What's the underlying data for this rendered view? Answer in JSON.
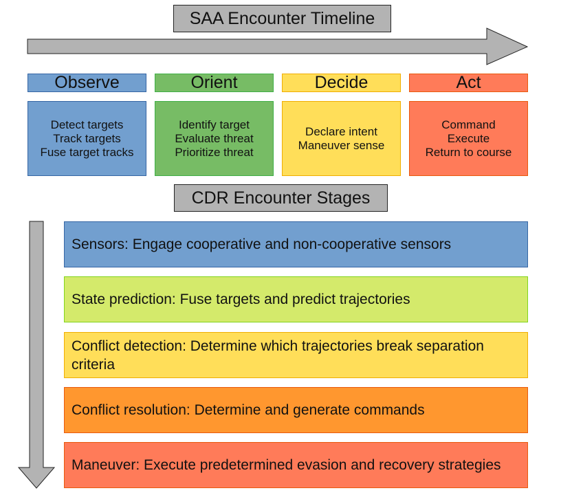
{
  "saa_title": "SAA Encounter Timeline",
  "cdr_title": "CDR Encounter Stages",
  "icons": {
    "timeline_arrow": "arrow-right",
    "stages_arrow": "arrow-down"
  },
  "phases": [
    {
      "label": "Observe",
      "color": "#729fcf",
      "border": "#3465a4",
      "items": [
        "Detect targets",
        "Track targets",
        "Fuse target tracks"
      ]
    },
    {
      "label": "Orient",
      "color": "#77bc65",
      "border": "#3faf46",
      "items": [
        "Identify target",
        "Evaluate threat",
        "Prioritize threat"
      ]
    },
    {
      "label": "Decide",
      "color": "#ffde59",
      "border": "#f0ad00",
      "items": [
        "Declare intent",
        "Maneuver sense"
      ]
    },
    {
      "label": "Act",
      "color": "#ff7b59",
      "border": "#e8590c",
      "items": [
        "Command",
        "Execute",
        "Return to course"
      ]
    }
  ],
  "stages": [
    {
      "text": "Sensors: Engage cooperative and non-cooperative sensors",
      "color": "#729fcf",
      "border": "#3465a4"
    },
    {
      "text": "State prediction: Fuse targets and predict trajectories",
      "color": "#d4ea6b",
      "border": "#81d41a"
    },
    {
      "text": "Conflict detection: Determine which trajectories break separation criteria",
      "color": "#ffde59",
      "border": "#f0ad00"
    },
    {
      "text": "Conflict resolution: Determine and generate commands",
      "color": "#ff972f",
      "border": "#e8590c"
    },
    {
      "text": "Maneuver: Execute predetermined evasion and recovery strategies",
      "color": "#ff7b59",
      "border": "#e8590c"
    }
  ]
}
